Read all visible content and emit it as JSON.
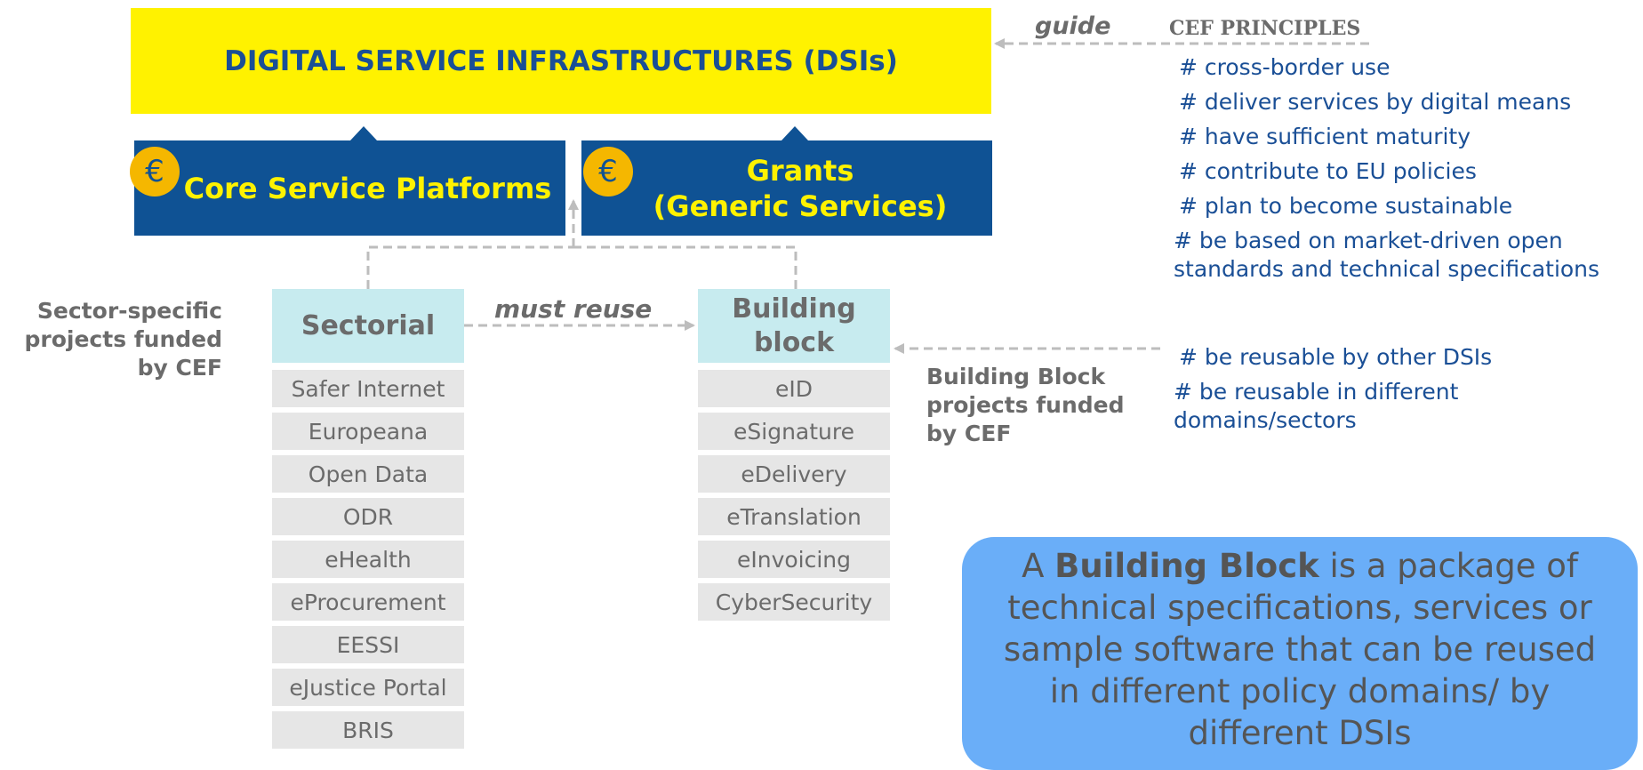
{
  "dsi_banner": "DIGITAL SERVICE INFRASTRUCTURES (DSIs)",
  "core_service_platforms": "Core Service Platforms",
  "grants_line1": "Grants",
  "grants_line2": "(Generic Services)",
  "euro_symbol": "€",
  "guide_label": "guide",
  "principles_title": "CEF PRINCIPLES",
  "principles": [
    "# cross-border use",
    "# deliver services by digital means",
    "# have sufficient maturity",
    "# contribute to EU policies",
    "# plan to become sustainable",
    "# be based on market-driven open standards and technical specifications"
  ],
  "bb_principles": [
    "# be reusable by other DSIs",
    "# be reusable in different domains/sectors"
  ],
  "sector_label": "Sector-specific projects funded by CEF",
  "sectorial_header": "Sectorial",
  "must_reuse": "must reuse",
  "building_block_header": "Building block",
  "bb_projects_label": "Building Block projects funded by CEF",
  "sectorial_items": [
    "Safer Internet",
    "Europeana",
    "Open Data",
    "ODR",
    "eHealth",
    "eProcurement",
    "EESSI",
    "eJustice Portal",
    "BRIS"
  ],
  "building_block_items": [
    "eID",
    "eSignature",
    "eDelivery",
    "eTranslation",
    "eInvoicing",
    "CyberSecurity"
  ],
  "callout": {
    "prefix": "A ",
    "bold": "Building Block",
    "suffix": " is a package of technical specifications, services or sample software that can be reused in different policy domains/ by different DSIs"
  },
  "colors": {
    "banner_yellow": "#fff200",
    "platform_blue": "#0f5294",
    "euro_orange": "#f5b700",
    "tile_cyan": "#c7ebef",
    "item_grey": "#e6e6e6",
    "callout_blue": "#6aaef8",
    "principle_text": "#1a4f96"
  }
}
